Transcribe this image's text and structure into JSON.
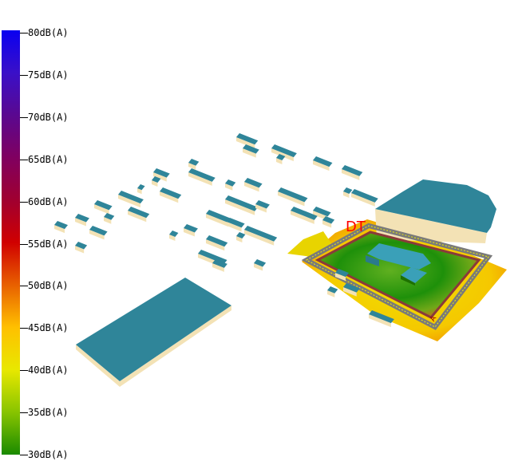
{
  "legend": {
    "unit_labels": [
      "80dB(A)",
      "75dB(A)",
      "70dB(A)",
      "65dB(A)",
      "60dB(A)",
      "55dB(A)",
      "50dB(A)",
      "45dB(A)",
      "40dB(A)",
      "35dB(A)",
      "30dB(A)"
    ],
    "min_db": 30,
    "max_db": 80
  },
  "scene": {
    "source_label": "DT",
    "corner_label": "A",
    "colors": {
      "roof": "#2f8599",
      "wall": "#f3e2b5",
      "border": "#7a7a7a",
      "low": "#1a8a00",
      "high": "#e87000"
    }
  }
}
